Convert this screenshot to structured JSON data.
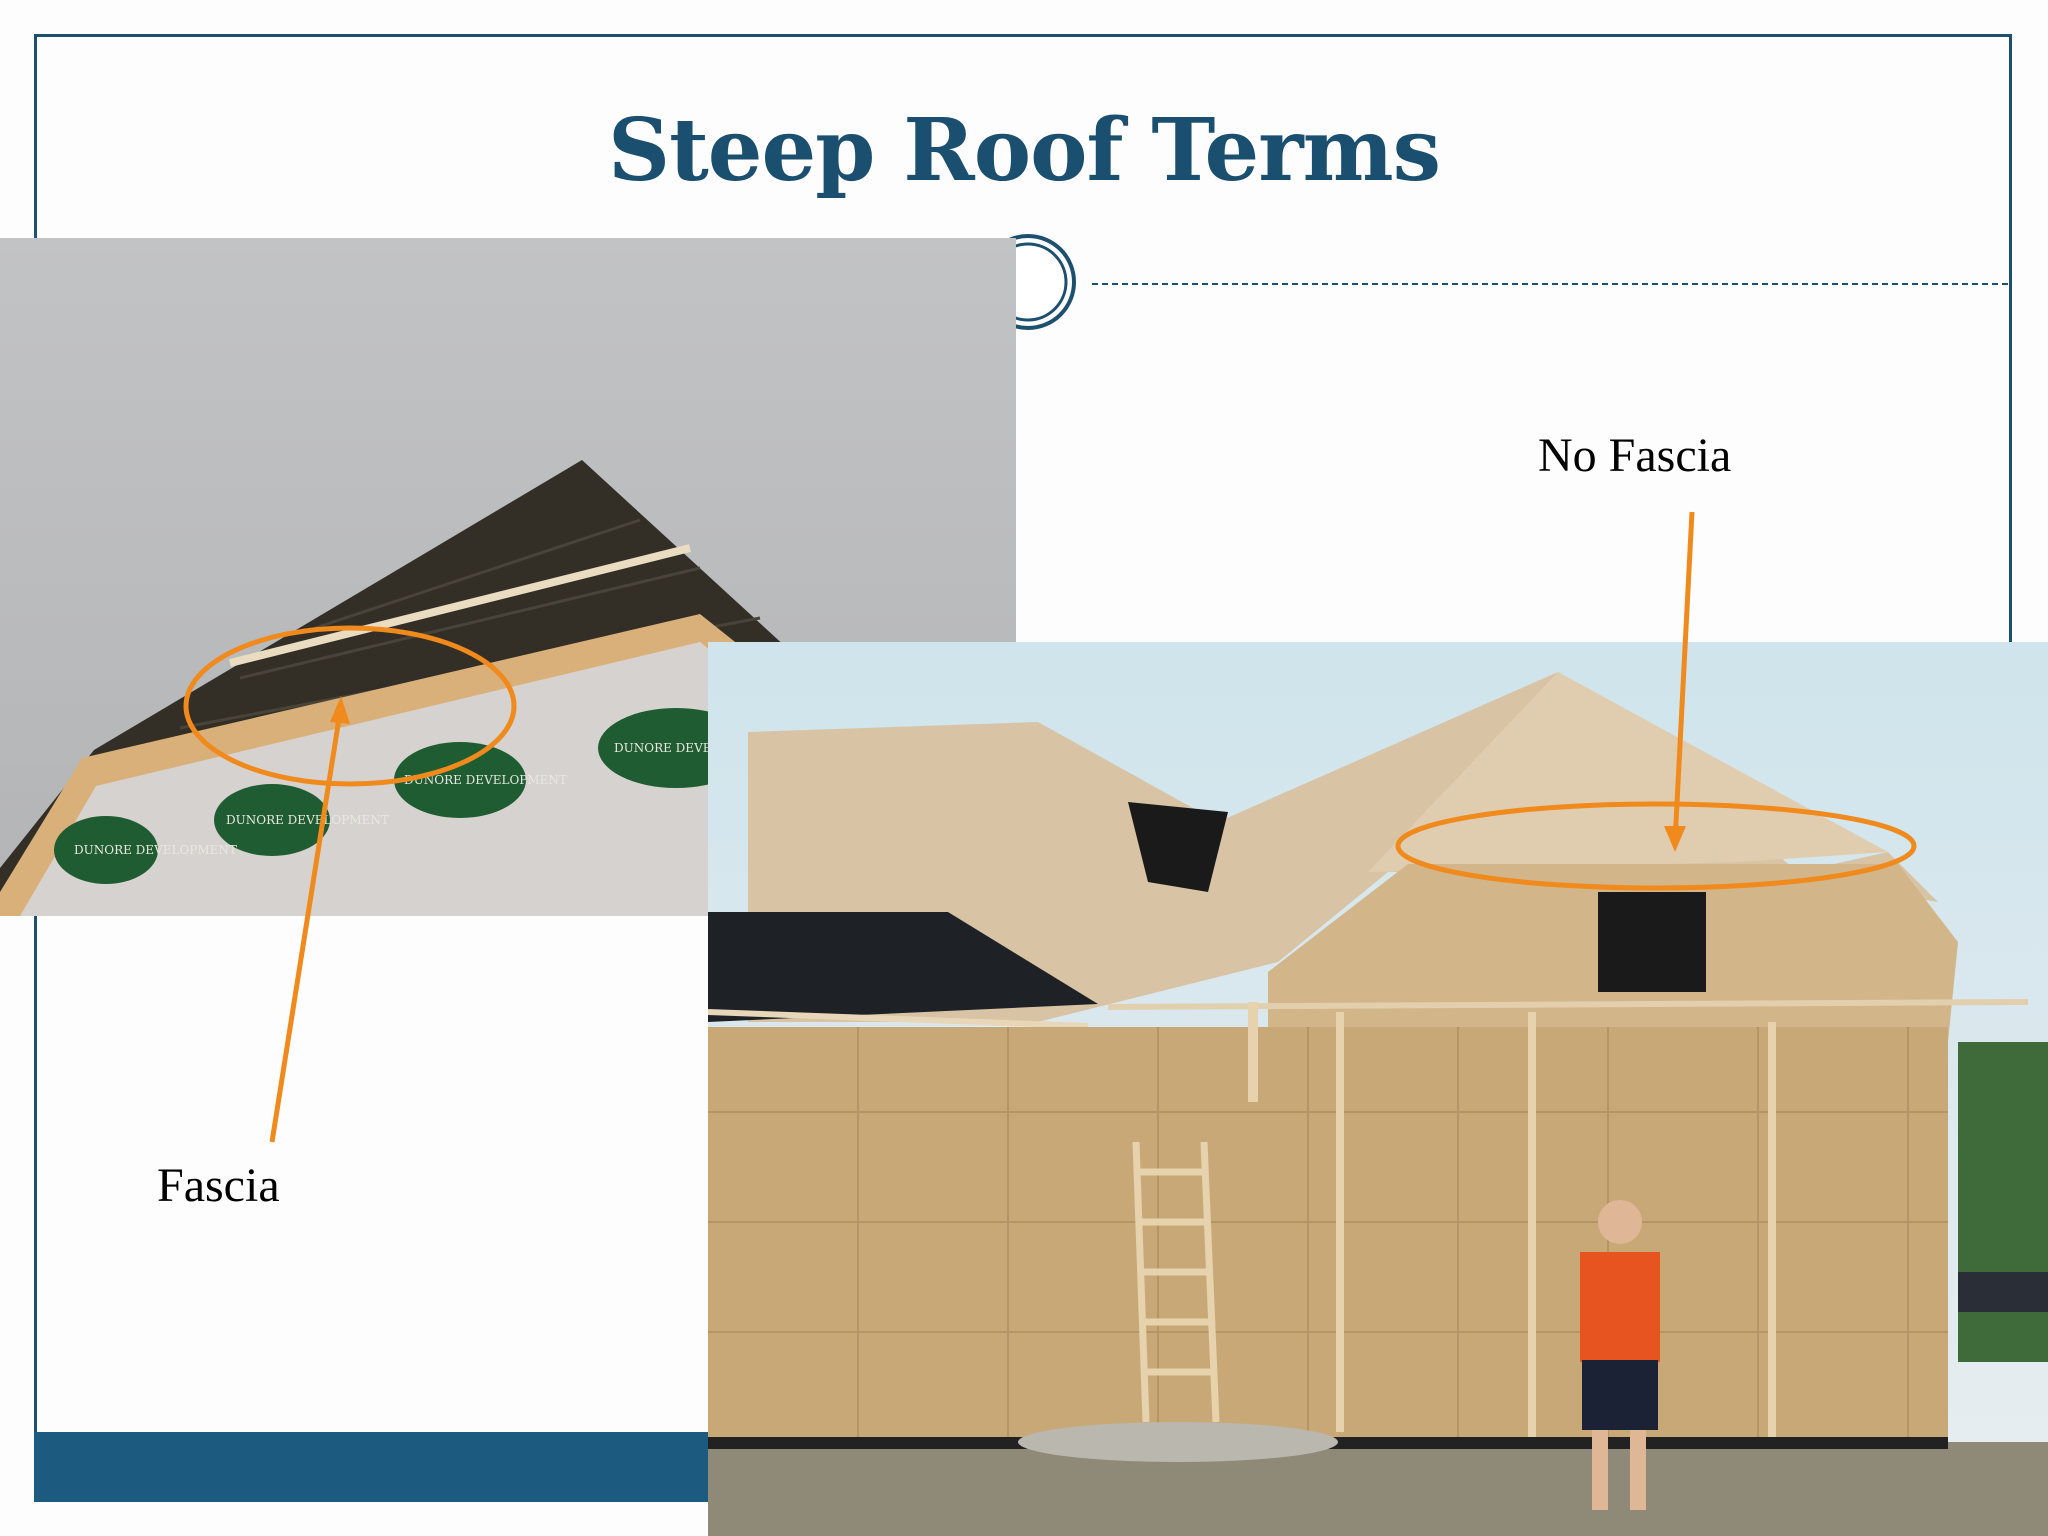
{
  "slide": {
    "title": "Steep Roof Terms",
    "accent_color": "#1b4f70",
    "annotation_color": "#f08a1c"
  },
  "photos": {
    "left": {
      "description_icon": "photo-icon",
      "signs": [
        "DUNORE DEVELOPMENT",
        "DUNORE DEVELOPMENT",
        "DUNORE DEVELOPMENT",
        "DUNORE DEVELOPMENT"
      ]
    },
    "right": {
      "description_icon": "photo-icon"
    }
  },
  "annotations": {
    "fascia_label": "Fascia",
    "no_fascia_label": "No Fascia"
  }
}
